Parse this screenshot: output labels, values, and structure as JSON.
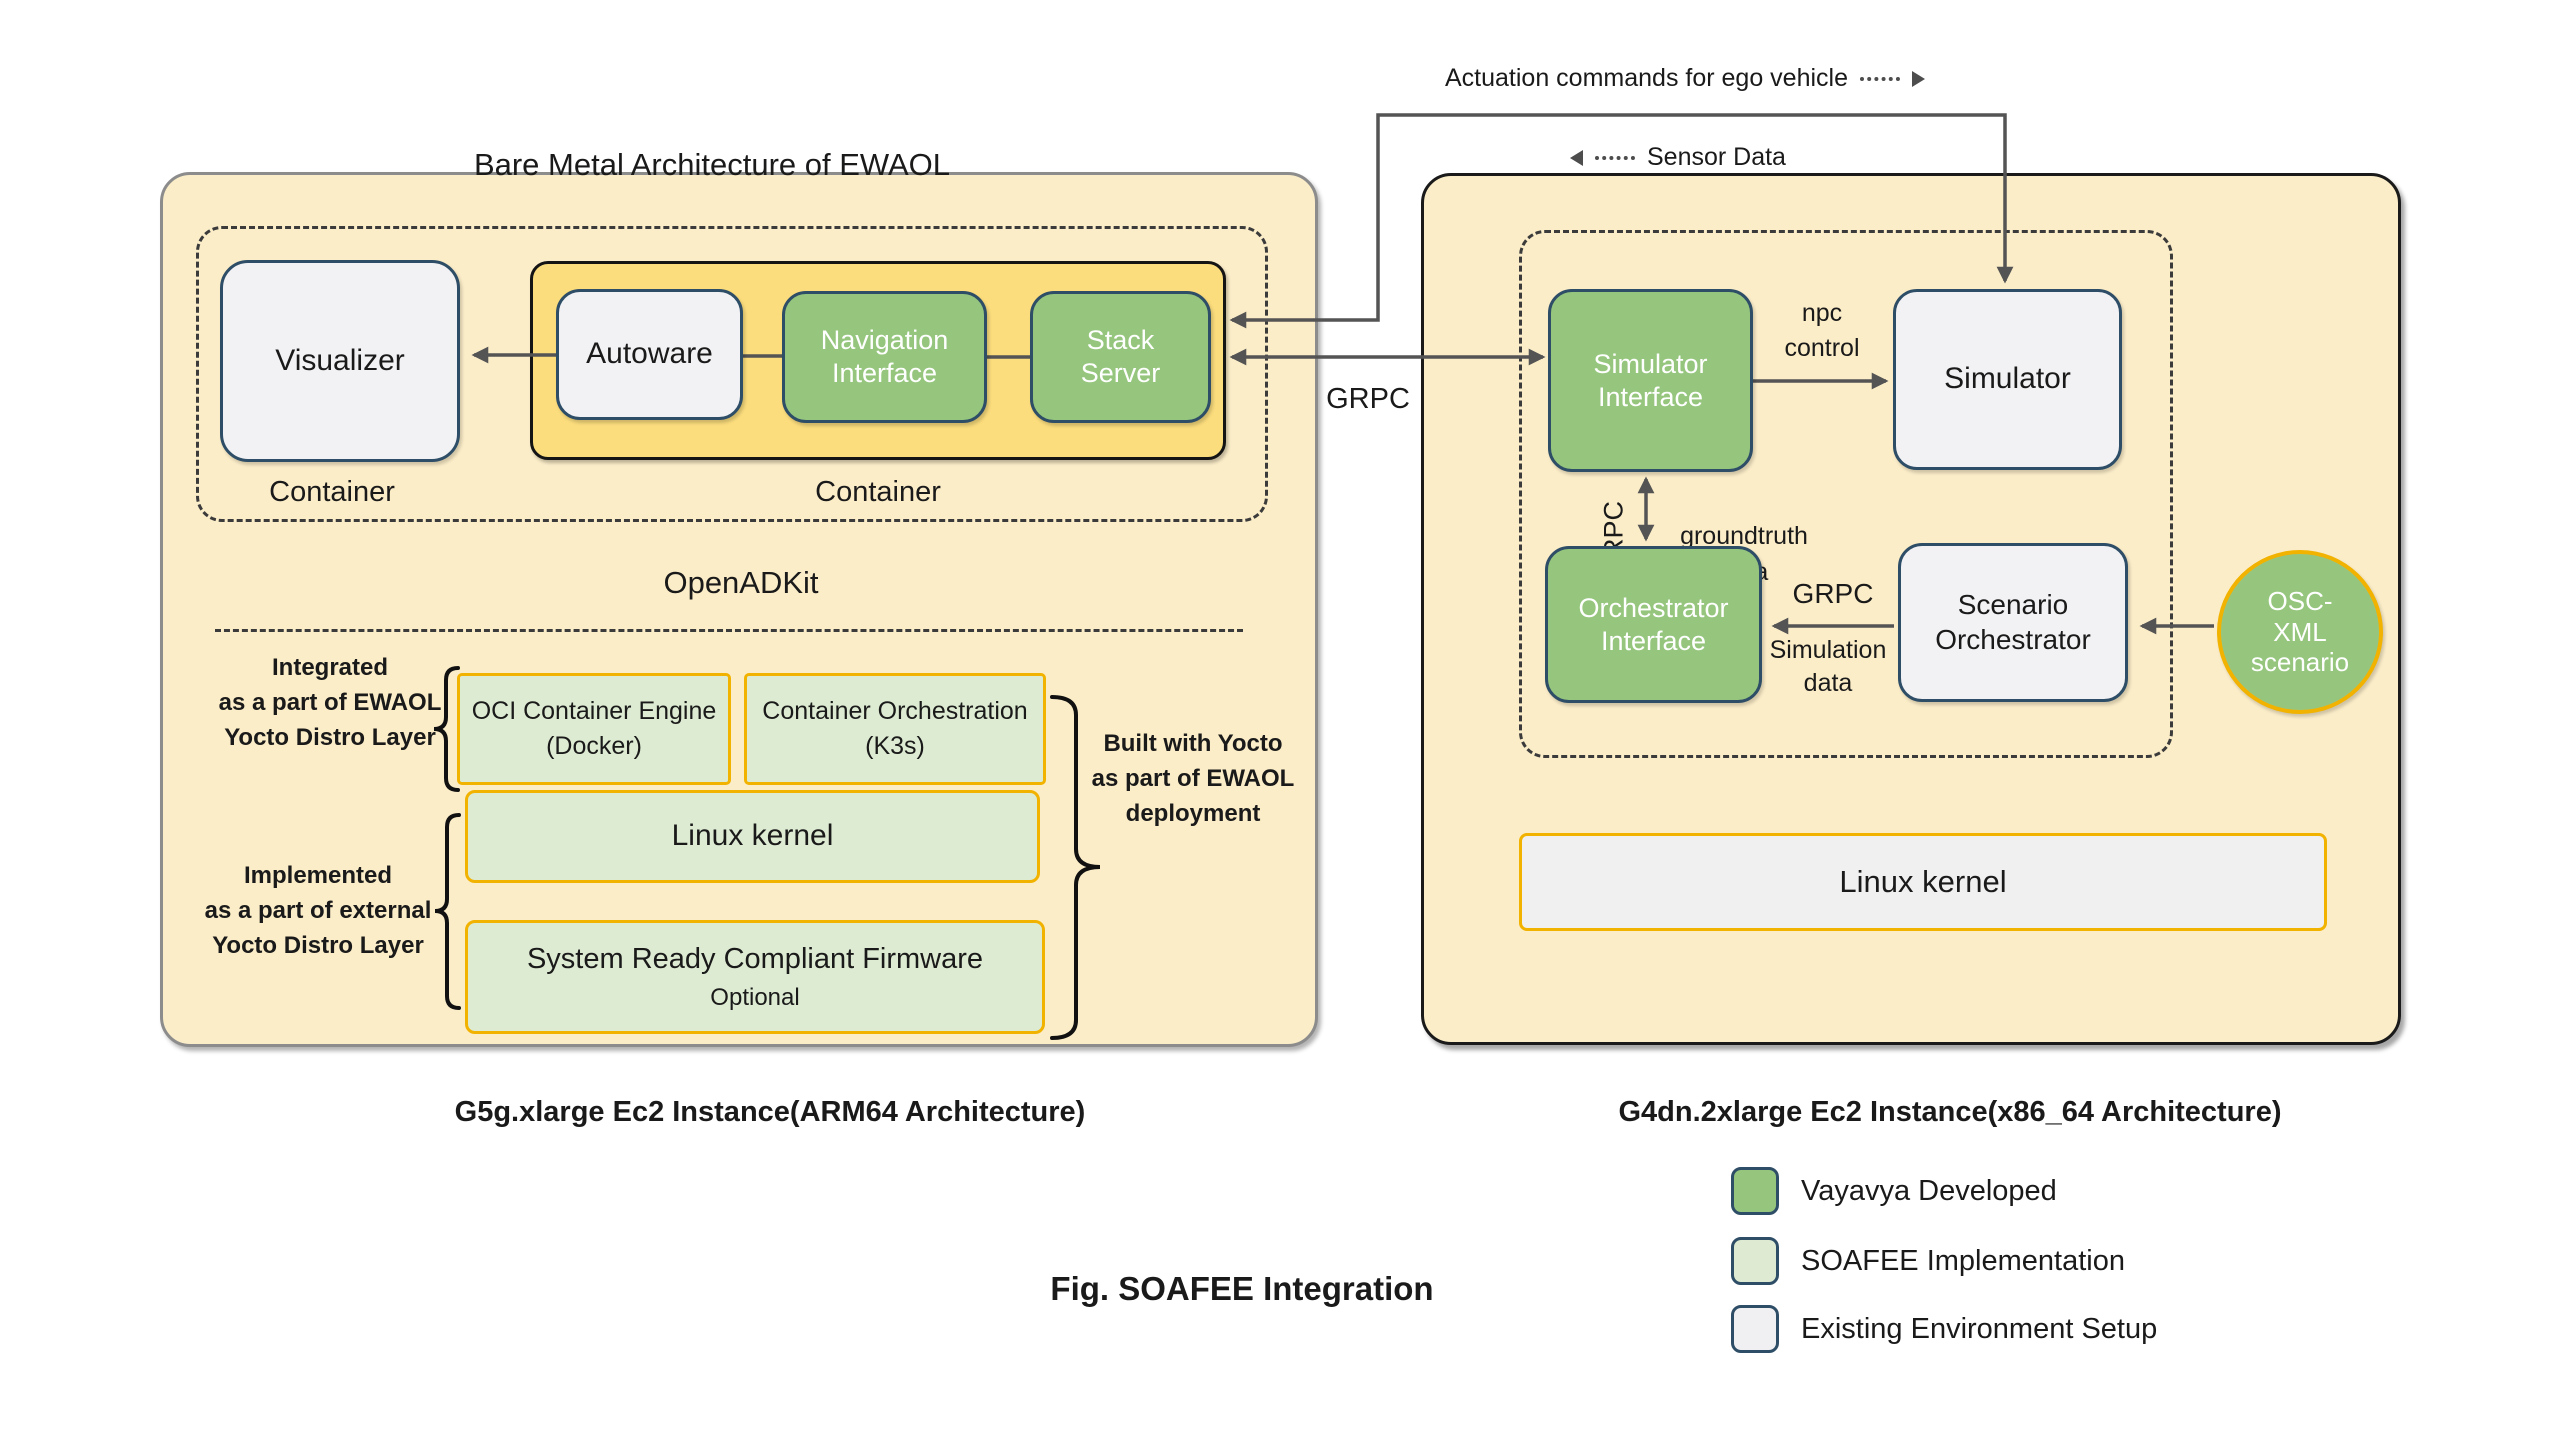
{
  "figure": {
    "caption": "Fig. SOAFEE Integration"
  },
  "colors": {
    "vayavya_green": "#96C67E",
    "soafee_lightgreen": "#DEEBD2",
    "existing_gray": "#F0F0F2",
    "instance_tan": "#FBEDC8",
    "container_yellow": "#FBDD7D",
    "gold_border": "#F2B200",
    "node_border_navy": "#2E4D66"
  },
  "flows": {
    "actuation": "Actuation commands for ego vehicle",
    "sensor": "Sensor Data",
    "grpc_link": "GRPC",
    "npc_control": "npc\ncontrol",
    "grpc_vertical": "GRPC",
    "groundtruth": "groundtruth\ndata",
    "grpc_scenario": "GRPC",
    "simulation_data": "Simulation\ndata"
  },
  "ewaol": {
    "title": "Bare Metal Architecture of EWAOL",
    "caption": "G5g.xlarge Ec2 Instance(ARM64 Architecture)",
    "container1": "Container",
    "container2": "Container",
    "openadkit": "OpenADKit",
    "visualizer": "Visualizer",
    "autoware": "Autoware",
    "navigation_interface": "Navigation\nInterface",
    "stack_server": "Stack\nServer",
    "oci": "OCI Container Engine\n(Docker)",
    "orchestration": "Container Orchestration\n(K3s)",
    "linux_kernel": "Linux kernel",
    "firmware": "System Ready Compliant Firmware",
    "firmware_note": "Optional",
    "ann_integrated": "Integrated\nas a part of EWAOL\nYocto Distro Layer",
    "ann_implemented": "Implemented\nas a part of external\nYocto Distro Layer",
    "ann_built": "Built with Yocto\nas part of EWAOL\ndeployment"
  },
  "sim_host": {
    "caption": "G4dn.2xlarge Ec2 Instance(x86_64 Architecture)",
    "simulator_interface": "Simulator\nInterface",
    "simulator": "Simulator",
    "orchestrator_interface": "Orchestrator\nInterface",
    "scenario_orchestrator": "Scenario\nOrchestrator",
    "osc_xml": "OSC-\nXML\nscenario",
    "linux_kernel": "Linux kernel"
  },
  "legend": {
    "items": [
      {
        "label": "Vayavya Developed",
        "color": "#96C67E"
      },
      {
        "label": "SOAFEE Implementation",
        "color": "#DEEBD2"
      },
      {
        "label": "Existing Environment Setup",
        "color": "#F0F0F2"
      }
    ]
  }
}
